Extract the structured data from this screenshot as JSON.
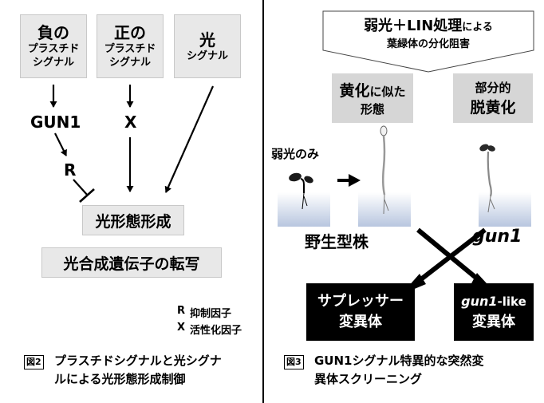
{
  "left": {
    "neg": {
      "title": "負の",
      "sub1": "プラスチド",
      "sub2": "シグナル"
    },
    "pos": {
      "title": "正の",
      "sub1": "プラスチド",
      "sub2": "シグナル"
    },
    "light": {
      "title": "光",
      "sub": "シグナル"
    },
    "gun1": "GUN1",
    "r": "R",
    "x": "X",
    "photomorph": "光形態形成",
    "transcription": "光合成遺伝子の転写",
    "legend": {
      "r_key": "R",
      "r_text": "抑制因子",
      "x_key": "X",
      "x_text": "活性化因子"
    },
    "fig_label": "図2",
    "caption_line1": "プラスチドシグナルと光シグナ",
    "caption_line2": "ルによる光形態形成制御"
  },
  "right": {
    "banner_main": "弱光＋LIN処理",
    "banner_rest": "による",
    "banner_line2": "葉緑体の分化阻害",
    "etiolated_line1_a": "黄化",
    "etiolated_line1_b": "に似た",
    "etiolated_line2": "形態",
    "partial_line1": "部分的",
    "partial_line2": "脱黄化",
    "weak_only": "弱光のみ",
    "wildtype": "野生型株",
    "gun1": "gun1",
    "suppressor_line1": "サプレッサー",
    "suppressor_line2": "変異体",
    "gun1like_italic": "gun1",
    "gun1like_rest": "-like",
    "gun1like_line2": "変異体",
    "fig_label": "図3",
    "caption_line1": "GUN1シグナル特異的な突然変",
    "caption_line2": "異体スクリーニング"
  }
}
